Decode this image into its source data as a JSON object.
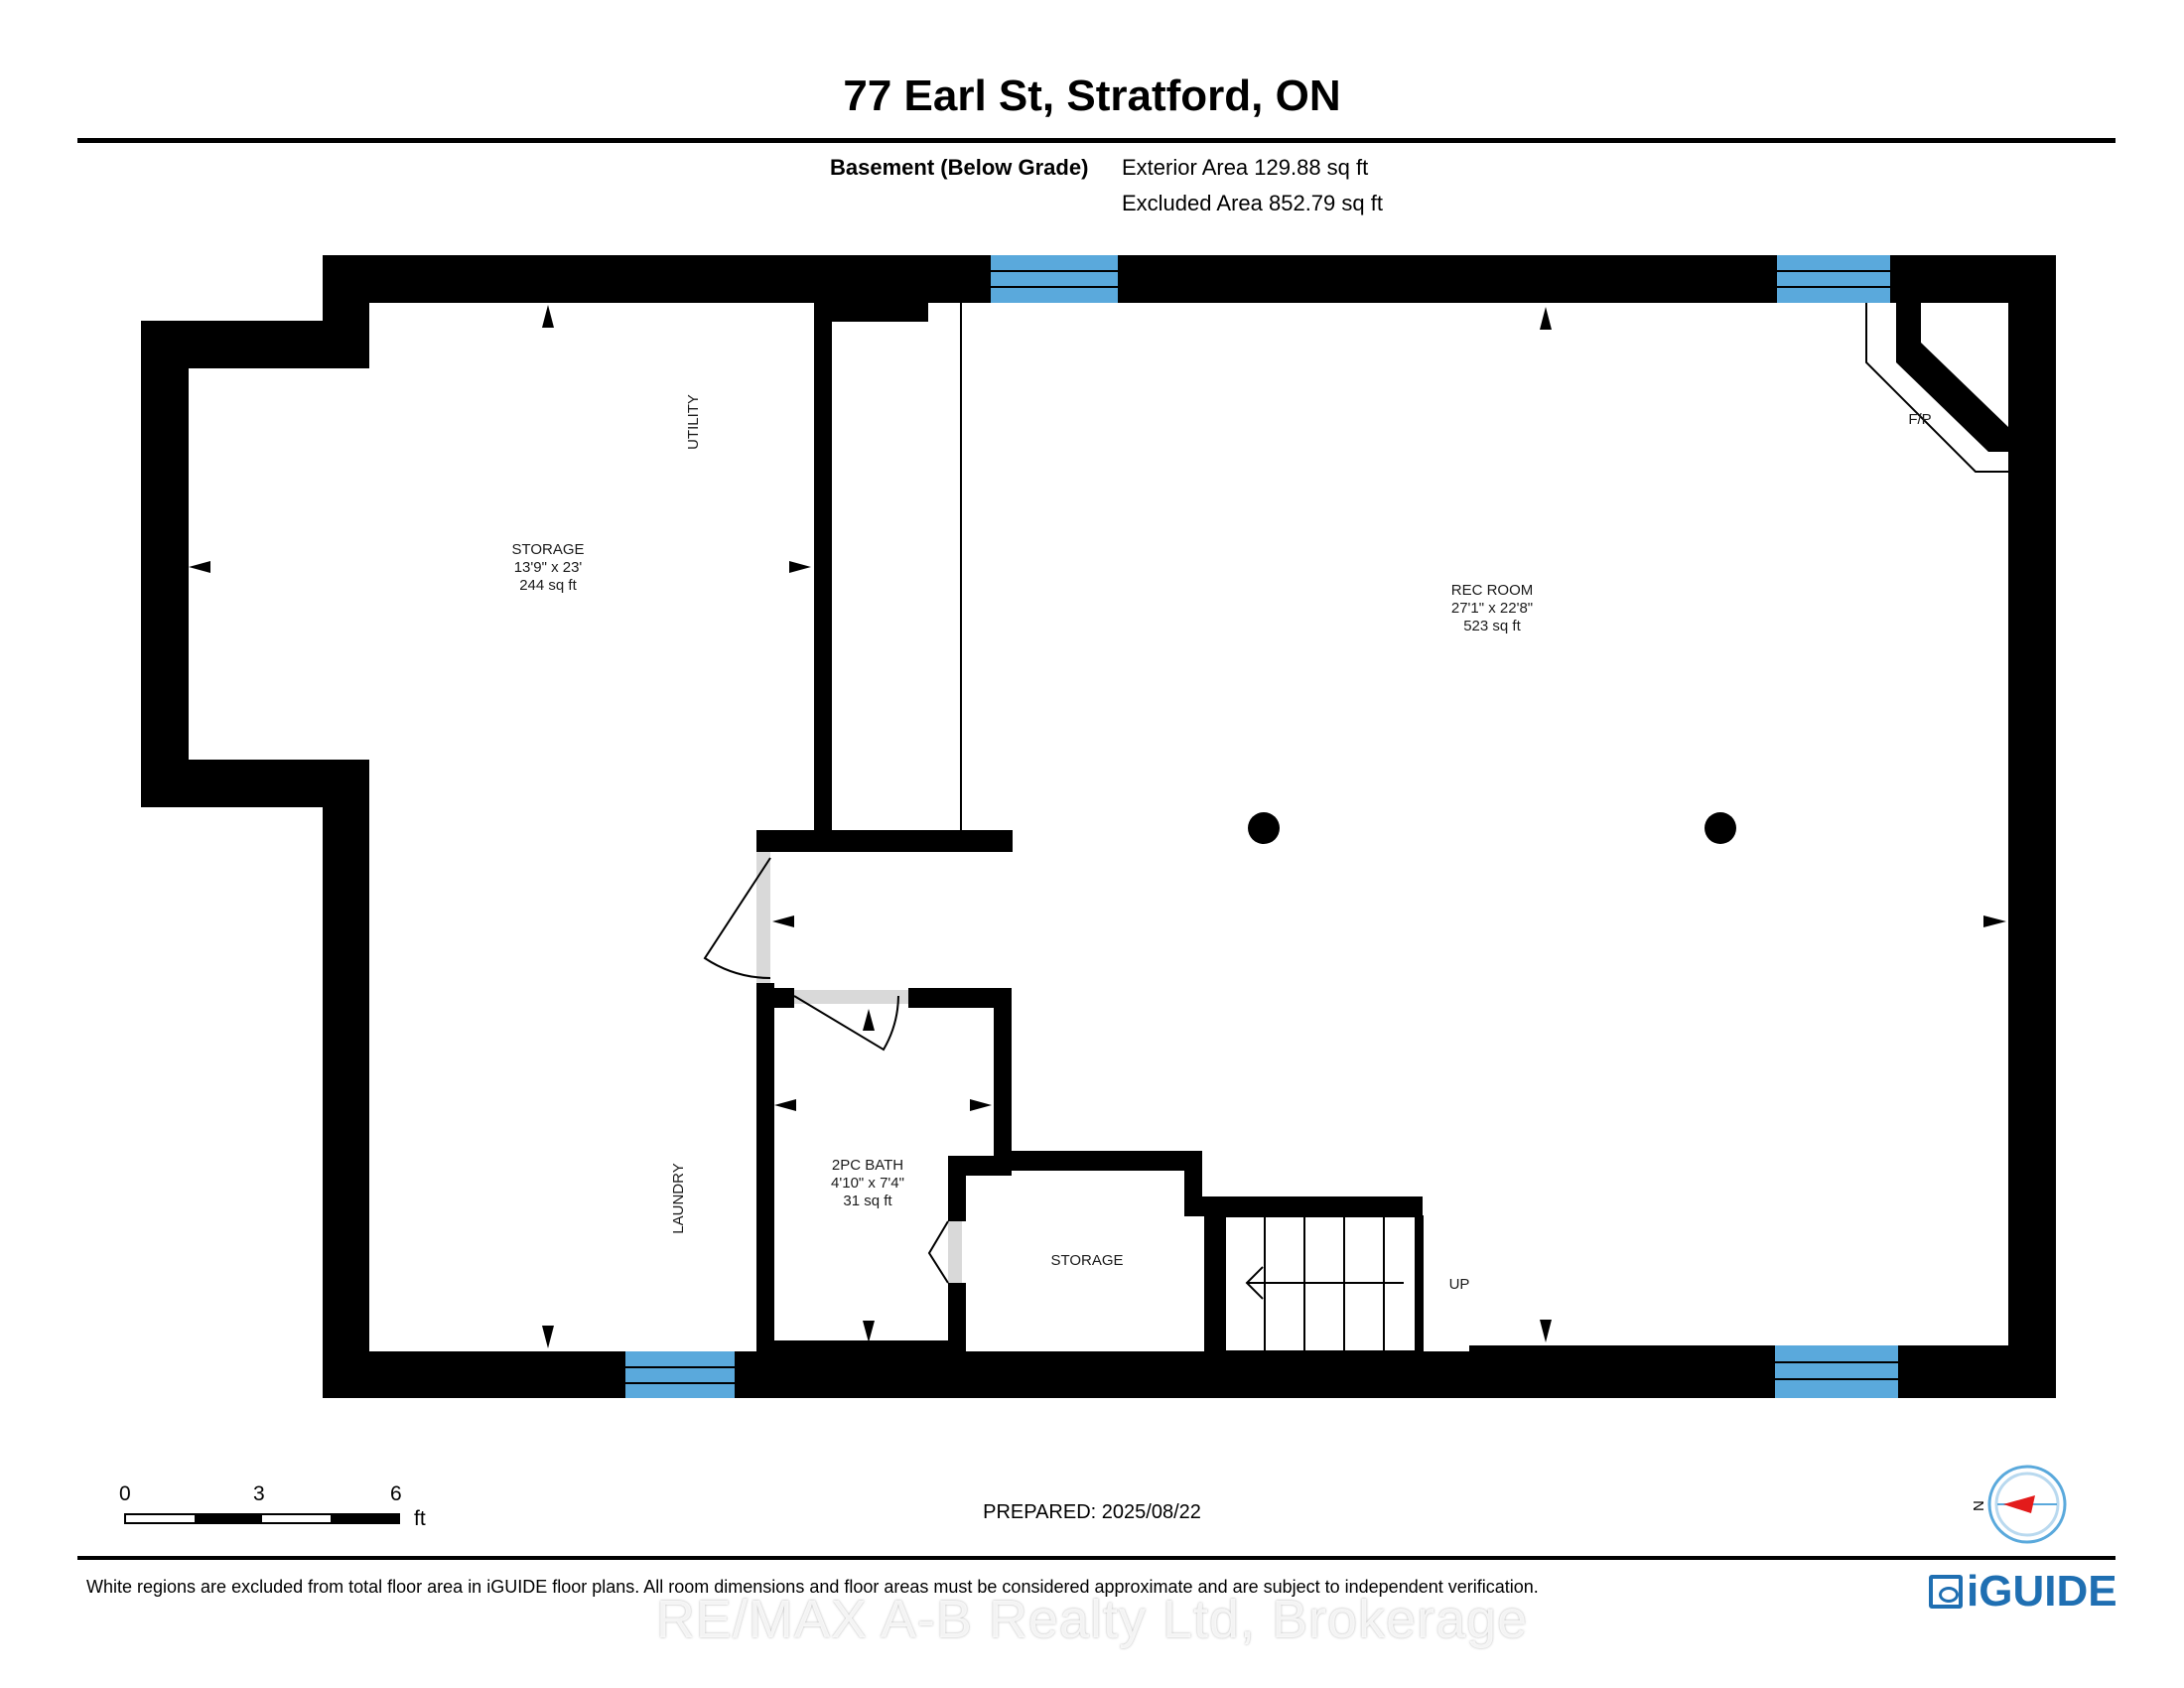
{
  "header": {
    "title": "77 Earl St, Stratford, ON",
    "level_label": "Basement (Below Grade)",
    "exterior_area": "Exterior Area 129.88 sq ft",
    "excluded_area": "Excluded Area 852.79 sq ft"
  },
  "rooms": {
    "storage_main": {
      "name": "STORAGE",
      "dims": "13'9\" x 23'",
      "area": "244 sq ft"
    },
    "utility": "UTILITY",
    "laundry": "LAUNDRY",
    "rec_room": {
      "name": "REC ROOM",
      "dims": "27'1\" x 22'8\"",
      "area": "523 sq ft"
    },
    "fireplace": "F/P",
    "bath": {
      "name": "2PC BATH",
      "dims": "4'10\" x 7'4\"",
      "area": "31 sq ft"
    },
    "storage_small": "STORAGE",
    "stairs": "UP"
  },
  "colors": {
    "wall": "#000000",
    "window": "#5aa9dc",
    "door_fill": "#d9d9d9",
    "compass_arrow": "#e31b1b",
    "logo": "#1f6fb2"
  },
  "scale": {
    "zero": "0",
    "mid": "3",
    "max": "6",
    "unit": "ft"
  },
  "footer": {
    "prepared": "PREPARED: 2025/08/22",
    "disclaimer": "White regions are excluded from total floor area in iGUIDE floor plans. All room dimensions and floor areas must be considered approximate and are subject to independent verification.",
    "logo_text": "iGUIDE",
    "watermark": "RE/MAX A-B Realty Ltd, Brokerage"
  },
  "compass": {
    "label": "N",
    "icon": "compass-icon"
  }
}
